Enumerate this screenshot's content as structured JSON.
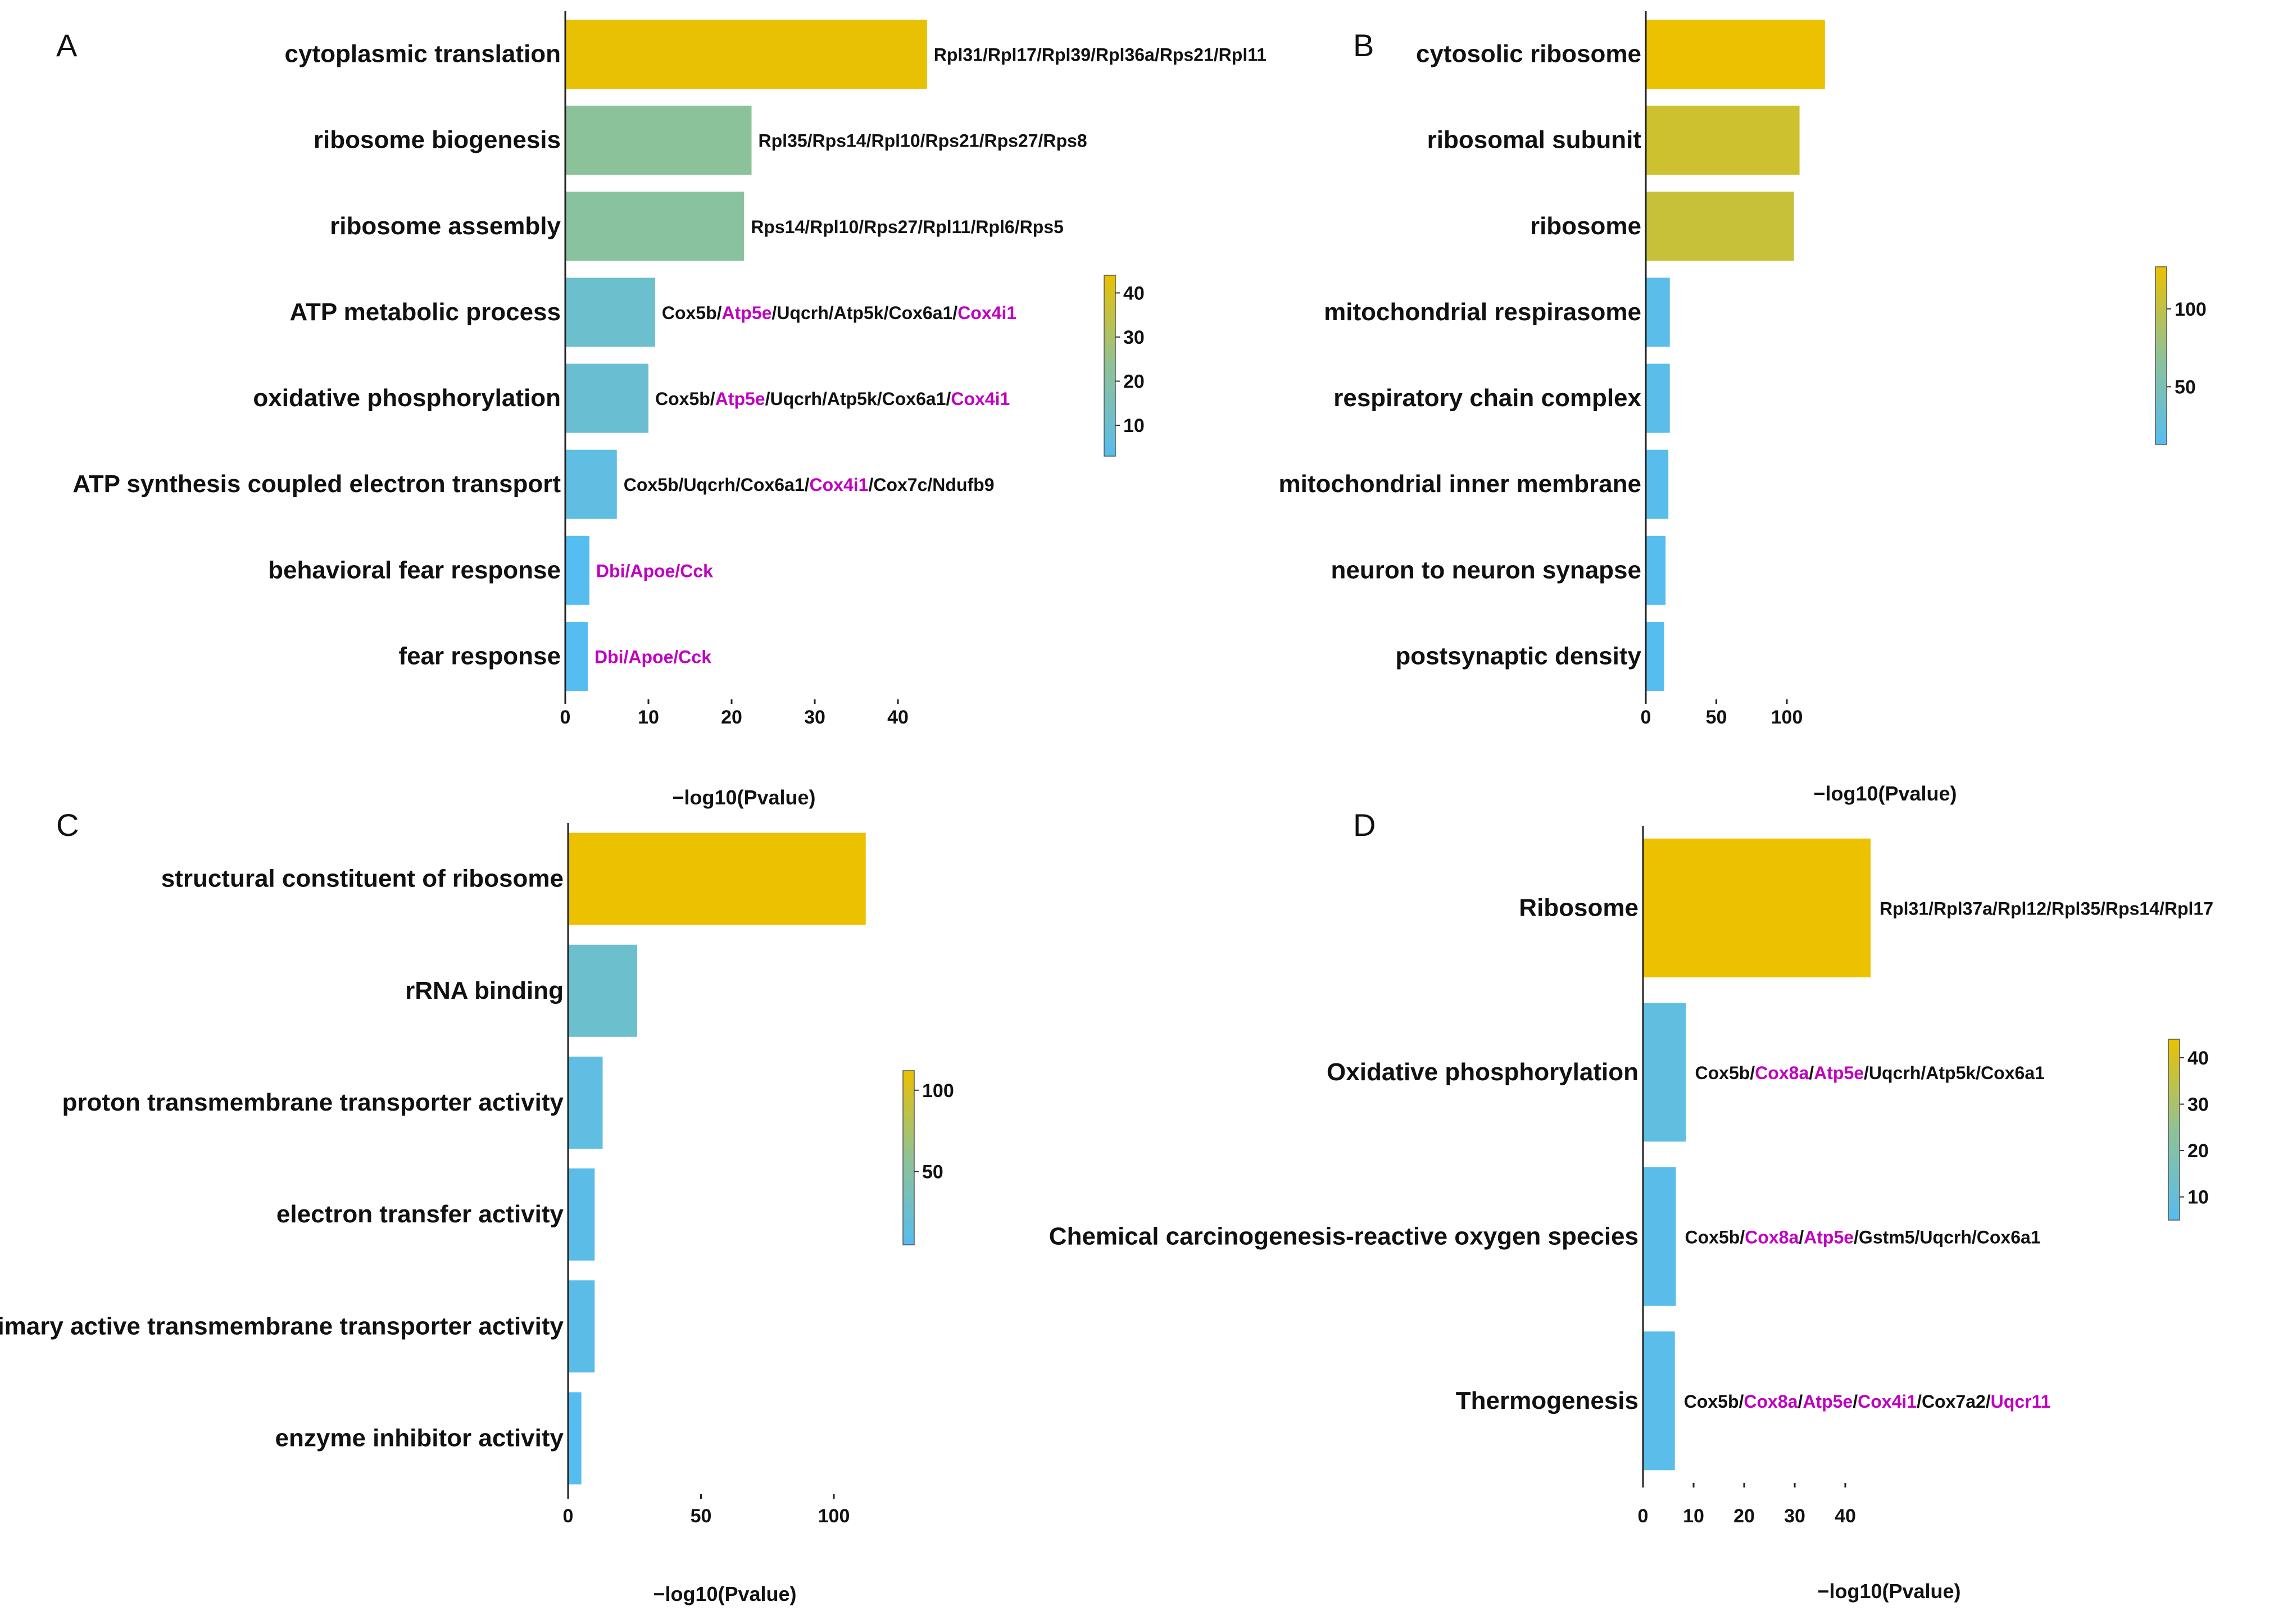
{
  "colors": {
    "low": "#56bdf0",
    "mid": "#8fc295",
    "high": "#ebc100",
    "highlight": "#c000c0",
    "text": "#111111"
  },
  "chart_data": [
    {
      "type": "bar",
      "orientation": "horizontal",
      "panel": "A",
      "xlabel": "−log10(Pvalue)",
      "xlim": [
        0,
        45
      ],
      "xticks": [
        0,
        10,
        20,
        30,
        40
      ],
      "colorbar": {
        "min": 3,
        "max": 44,
        "ticks": [
          10,
          20,
          30,
          40
        ]
      },
      "categories": [
        "cytoplasmic translation",
        "ribosome biogenesis",
        "ribosome assembly",
        "ATP metabolic process",
        "oxidative phosphorylation",
        "ATP synthesis coupled electron transport",
        "behavioral fear response",
        "fear response"
      ],
      "values": [
        43.5,
        22.4,
        21.5,
        10.8,
        10.0,
        6.2,
        2.9,
        2.7
      ],
      "genes": [
        [
          {
            "t": "Rpl31/Rpl17/Rpl39/Rpl36a/Rps21/Rpl11",
            "h": false
          }
        ],
        [
          {
            "t": "Rpl35/Rps14/Rpl10/Rps21/Rps27/Rps8",
            "h": false
          }
        ],
        [
          {
            "t": "Rps14/Rpl10/Rps27/Rpl11/Rpl6/Rps5",
            "h": false
          }
        ],
        [
          {
            "t": "Cox5b/",
            "h": false
          },
          {
            "t": "Atp5e",
            "h": true
          },
          {
            "t": "/Uqcrh/Atp5k/Cox6a1/",
            "h": false
          },
          {
            "t": "Cox4i1",
            "h": true
          }
        ],
        [
          {
            "t": "Cox5b/",
            "h": false
          },
          {
            "t": "Atp5e",
            "h": true
          },
          {
            "t": "/Uqcrh/Atp5k/Cox6a1/",
            "h": false
          },
          {
            "t": "Cox4i1",
            "h": true
          }
        ],
        [
          {
            "t": "Cox5b/Uqcrh/Cox6a1/",
            "h": false
          },
          {
            "t": "Cox4i1",
            "h": true
          },
          {
            "t": "/Cox7c/Ndufb9",
            "h": false
          }
        ],
        [
          {
            "t": "Dbi/Apoe/Cck",
            "h": true
          }
        ],
        [
          {
            "t": "Dbi/Apoe/Cck",
            "h": true
          }
        ]
      ]
    },
    {
      "type": "bar",
      "orientation": "horizontal",
      "panel": "B",
      "xlabel": "−log10(Pvalue)",
      "xlim": [
        0,
        130
      ],
      "xticks": [
        0,
        50,
        100
      ],
      "colorbar": {
        "min": 13,
        "max": 127,
        "ticks": [
          50,
          100
        ]
      },
      "categories": [
        "cytosolic ribosome",
        "ribosomal subunit",
        "ribosome",
        "mitochondrial respirasome",
        "respiratory chain complex",
        "mitochondrial inner membrane",
        "neuron to neuron synapse",
        "postsynaptic density"
      ],
      "values": [
        127,
        109,
        105,
        17,
        17,
        16,
        14,
        13
      ],
      "genes": []
    },
    {
      "type": "bar",
      "orientation": "horizontal",
      "panel": "C",
      "xlabel": "−log10(Pvalue)",
      "xlim": [
        0,
        130
      ],
      "xticks": [
        0,
        50,
        100
      ],
      "colorbar": {
        "min": 5,
        "max": 112,
        "ticks": [
          50,
          100
        ]
      },
      "categories": [
        "structural constituent of ribosome",
        "rRNA binding",
        "proton transmembrane transporter activity",
        "electron transfer activity",
        "primary active transmembrane transporter activity",
        "enzyme inhibitor activity"
      ],
      "values": [
        112,
        26,
        13,
        10,
        10,
        5
      ],
      "genes": []
    },
    {
      "type": "bar",
      "orientation": "horizontal",
      "panel": "D",
      "xlabel": "−log10(Pvalue)",
      "xlim": [
        0,
        52
      ],
      "xticks": [
        0,
        10,
        20,
        30,
        40
      ],
      "colorbar": {
        "min": 5,
        "max": 44,
        "ticks": [
          10,
          20,
          30,
          40
        ]
      },
      "categories": [
        "Ribosome",
        "Oxidative phosphorylation",
        "Chemical carcinogenesis-reactive oxygen species",
        "Thermogenesis"
      ],
      "values": [
        45,
        8.5,
        6.5,
        6.3
      ],
      "genes": [
        [
          {
            "t": "Rpl31/Rpl37a/Rpl12/Rpl35/Rps14/Rpl17",
            "h": false
          }
        ],
        [
          {
            "t": "Cox5b/",
            "h": false
          },
          {
            "t": "Cox8a",
            "h": true
          },
          {
            "t": "/",
            "h": false
          },
          {
            "t": "Atp5e",
            "h": true
          },
          {
            "t": "/Uqcrh/Atp5k/Cox6a1",
            "h": false
          }
        ],
        [
          {
            "t": "Cox5b/",
            "h": false
          },
          {
            "t": "Cox8a",
            "h": true
          },
          {
            "t": "/",
            "h": false
          },
          {
            "t": "Atp5e",
            "h": true
          },
          {
            "t": "/Gstm5/Uqcrh/Cox6a1",
            "h": false
          }
        ],
        [
          {
            "t": "Cox5b/",
            "h": false
          },
          {
            "t": "Cox8a",
            "h": true
          },
          {
            "t": "/",
            "h": false
          },
          {
            "t": "Atp5e",
            "h": true
          },
          {
            "t": "/",
            "h": false
          },
          {
            "t": "Cox4i1",
            "h": true
          },
          {
            "t": "/Cox7a2/",
            "h": false
          },
          {
            "t": "Uqcr11",
            "h": true
          }
        ]
      ]
    }
  ]
}
